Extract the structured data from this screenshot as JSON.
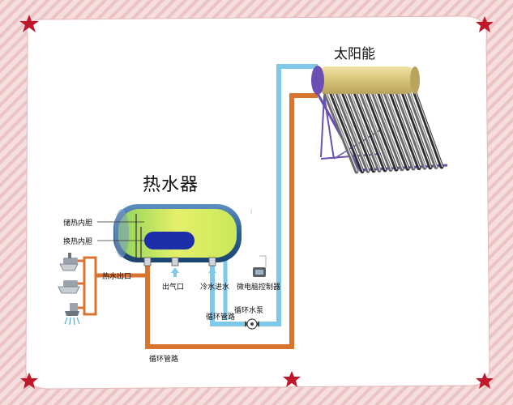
{
  "diagram": {
    "title_heater": "热水器",
    "title_solar": "太阳能",
    "labels": {
      "storage_tank": "储热内胆",
      "exchange_tank": "换热内胆",
      "hot_outlet": "热水出口",
      "air_outlet": "出气口",
      "cold_inlet": "冷水进水",
      "controller": "微电脑控制器",
      "pump": "循环水泵",
      "loop_pipe_1": "循环管路",
      "loop_pipe_2": "循环管路"
    }
  },
  "colors": {
    "frame_bg": "#f6dede",
    "frame_stripe": "#e9b9b9",
    "panel_bg": "#ffffff",
    "hot_pipe": "#d8742f",
    "cold_pipe": "#7ec8ea",
    "star": "#c0182a",
    "tank_body": "#2f6da0",
    "tank_liquid": "#c3e84a",
    "inner_tank": "#1c2fa8",
    "solar_tank": "#d8c77a",
    "solar_cap": "#6b4fb5"
  },
  "icons": [
    "star-icon",
    "faucet-icon",
    "shower-icon",
    "arrow-up-icon",
    "controller-icon",
    "pump-icon"
  ]
}
